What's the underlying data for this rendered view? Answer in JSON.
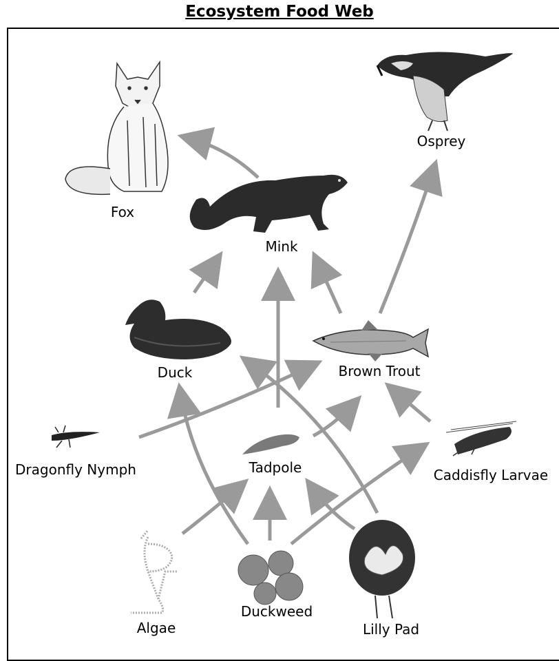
{
  "title": "Ecosystem Food Web",
  "colors": {
    "arrow": "#9a9a9a",
    "dark": "#1e1e1e",
    "mid": "#6e6e6e",
    "light": "#b8b8b8"
  },
  "organisms": {
    "fox": "Fox",
    "osprey": "Osprey",
    "mink": "Mink",
    "duck": "Duck",
    "brown_trout": "Brown Trout",
    "dragonfly_nymph": "Dragonfly Nymph",
    "tadpole": "Tadpole",
    "caddisfly_larvae": "Caddisfly Larvae",
    "algae": "Algae",
    "duckweed": "Duckweed",
    "lilly_pad": "Lilly Pad"
  }
}
